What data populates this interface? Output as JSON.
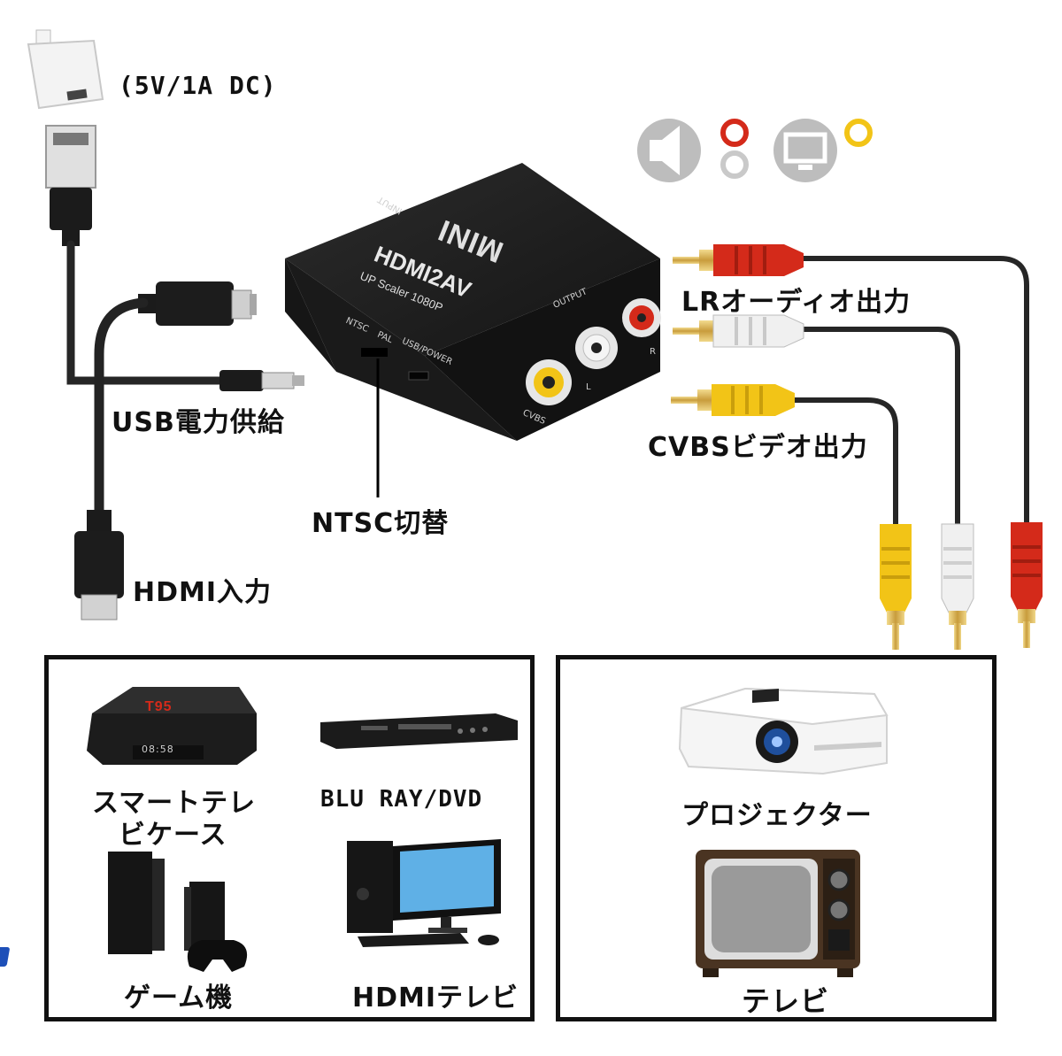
{
  "power": {
    "spec": "(5V/1A DC)"
  },
  "adapter": {
    "brand": "MINI",
    "model": "HDMI2AV",
    "subtitle": "UP Scaler 1080P",
    "input_label": "INPUT",
    "output_label": "OUTPUT",
    "ntsc_label": "NTSC",
    "pal_label": "PAL",
    "usb_label": "USB/POWER",
    "cvbs_port_label": "CVBS",
    "l_port_label": "L",
    "r_port_label": "R"
  },
  "labels": {
    "usb_power": "USB電力供給",
    "hdmi_input": "HDMI入力",
    "ntsc_switch": "NTSC切替",
    "lr_audio": "LRオーディオ出力",
    "cvbs_video": "CVBSビデオ出力"
  },
  "sources": {
    "tv_box_line1": "スマートテレ",
    "tv_box_line2": "ビケース",
    "tv_box_brand": "T95",
    "tv_box_display": "08:58",
    "bluray": "BLU RAY/DVD",
    "game": "ゲーム機",
    "hdmi_tv": "HDMIテレビ"
  },
  "outputs": {
    "projector": "プロジェクター",
    "tv": "テレビ"
  },
  "colors": {
    "red": "#d42a1a",
    "white": "#eeeeee",
    "yellow": "#f2c417",
    "gold": "#d8b254",
    "cable": "#2a2a2a",
    "device": "#1d1d1d"
  },
  "icons": [
    "speaker-icon",
    "monitor-icon"
  ]
}
